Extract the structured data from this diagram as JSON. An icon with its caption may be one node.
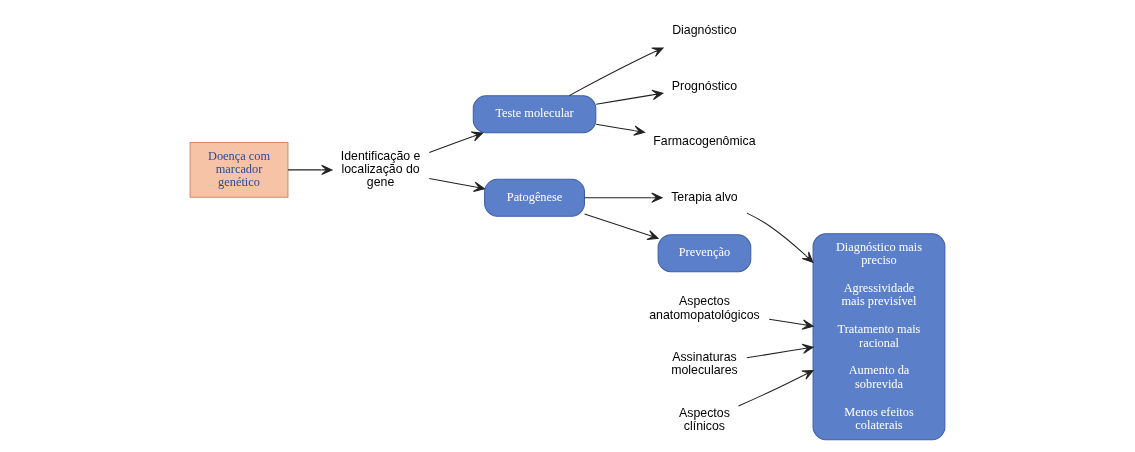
{
  "diagram": {
    "nodes": [
      {
        "text": [
          "Doença com marcador genético"
        ]
      },
      {
        "text": [
          "Identificação e localização do gene"
        ]
      },
      {
        "text": [
          "Teste molecular"
        ]
      },
      {
        "text": [
          "Patogênese"
        ]
      },
      {
        "text": [
          "Aspectos anatomopatológicos"
        ]
      },
      {
        "text": [
          "Diagnóstico"
        ]
      },
      {
        "text": [
          "Prognóstico"
        ]
      },
      {
        "text": [
          "Farmacogenômica"
        ]
      },
      {
        "text": [
          "Assinaturas moleculares"
        ]
      },
      {
        "text": [
          "Aspectos clínicos"
        ]
      },
      {
        "text": [
          "Terapia alvo"
        ]
      },
      {
        "text": [
          "Diagnóstico mais preciso",
          "Agressividade mais previsível",
          "Tratamento mais racional",
          "Aumento da sobrevida",
          "Menos efeitos colaterais"
        ]
      },
      {
        "text": [
          "Prevenção"
        ]
      }
    ],
    "edges": [
      {
        "from": 0,
        "to": 1,
        "arrow": "to"
      },
      {
        "from": 1,
        "to": 2,
        "arrow": "to"
      },
      {
        "from": 1,
        "to": 3,
        "arrow": "to"
      },
      {
        "from": 2,
        "to": 5,
        "arrow": "to"
      },
      {
        "from": 2,
        "to": 6,
        "arrow": "to"
      },
      {
        "from": 2,
        "to": 7,
        "arrow": "to"
      },
      {
        "from": 4,
        "to": 11,
        "arrow": "to"
      },
      {
        "from": 8,
        "to": 11,
        "arrow": "to"
      },
      {
        "from": 9,
        "to": 11,
        "arrow": "to"
      },
      {
        "from": 3,
        "to": 10,
        "arrow": "to"
      },
      {
        "from": 10,
        "to": 11,
        "arrow": "to"
      },
      {
        "from": 3,
        "to": 12,
        "arrow": "to"
      }
    ]
  }
}
